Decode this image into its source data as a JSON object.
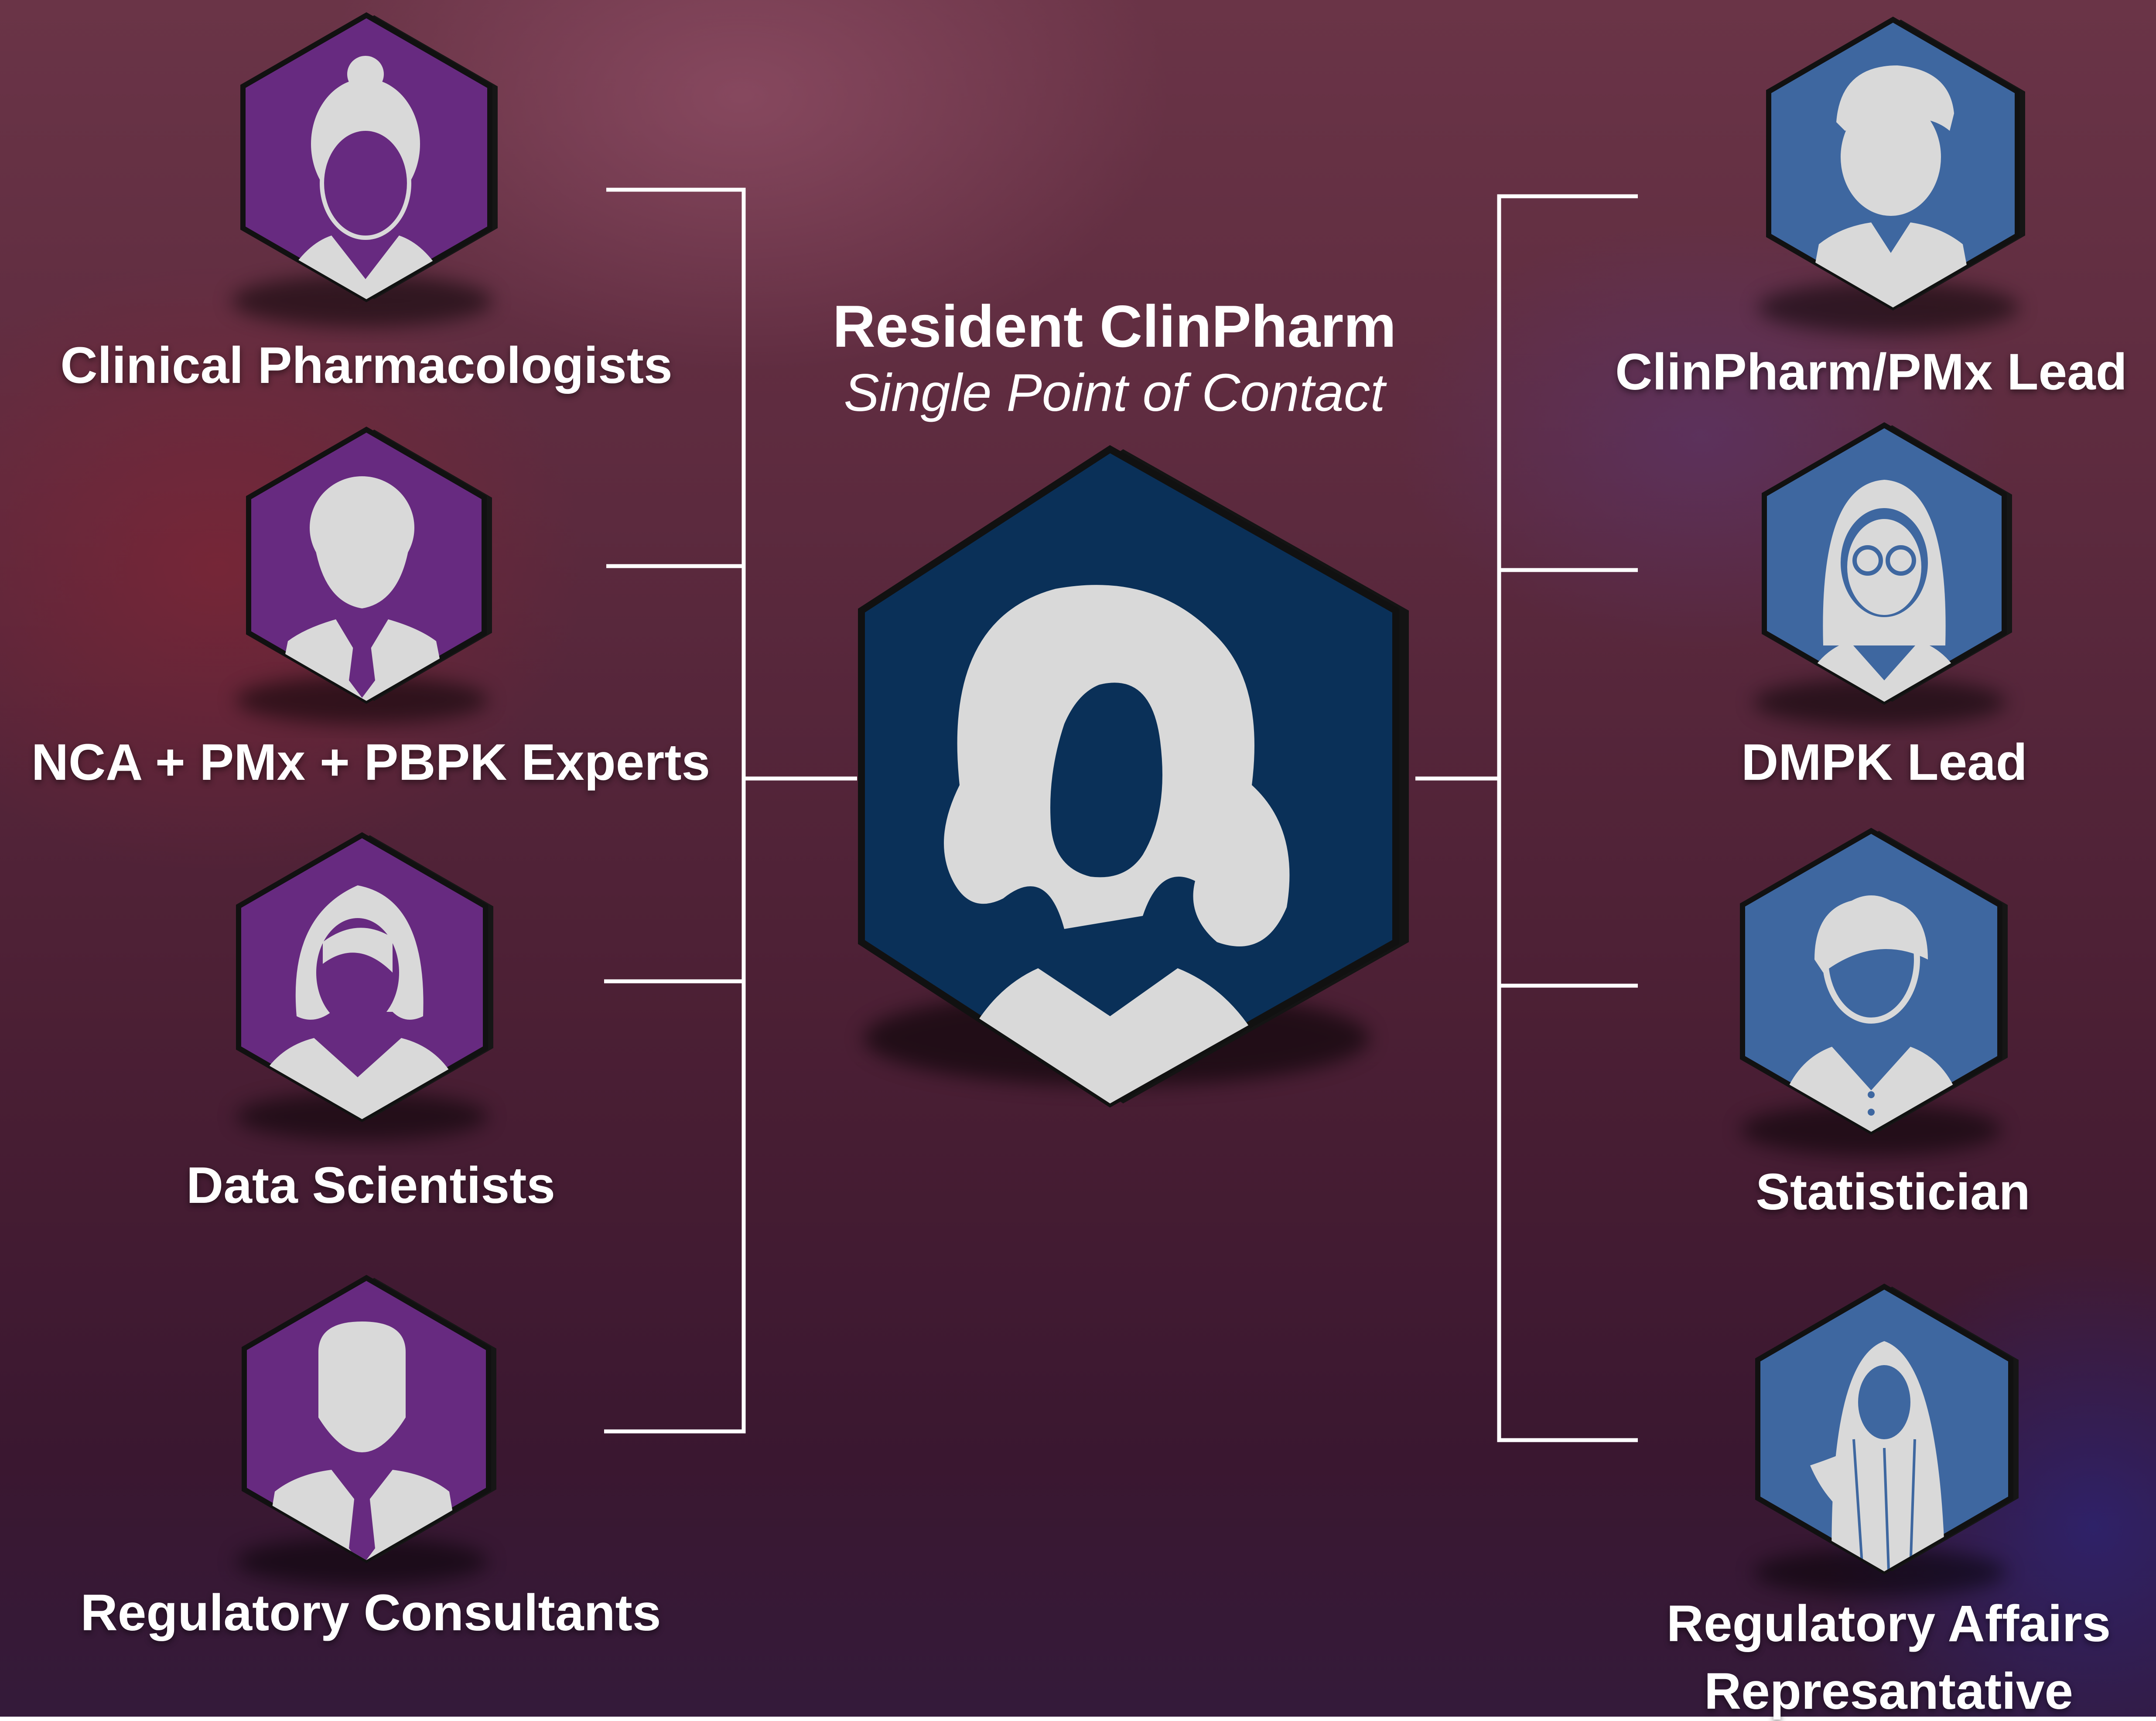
{
  "header": {
    "title": "Resident ClinPharm",
    "subtitle": "Single Point of Contact"
  },
  "left_roles": [
    {
      "label": "Clinical Pharmacologists",
      "icon": "woman-bun-icon"
    },
    {
      "label": "NCA + PMx + PBPK Experts",
      "icon": "man-suit-icon"
    },
    {
      "label": "Data Scientists",
      "icon": "woman-bob-icon"
    },
    {
      "label": "Regulatory Consultants",
      "icon": "man-tie-icon"
    }
  ],
  "right_roles": [
    {
      "label": "ClinPharm/PMx Lead",
      "icon": "man-quiff-icon"
    },
    {
      "label": "DMPK Lead",
      "icon": "woman-glasses-icon"
    },
    {
      "label": "Statistician",
      "icon": "woman-short-hair-icon"
    },
    {
      "label": "Regulatory Affairs",
      "label2": "Represantative",
      "icon": "woman-headscarf-icon"
    }
  ],
  "colors": {
    "left_hex": "#672a80",
    "right_hex": "#3e67a0",
    "center_hex": "#0a3058",
    "silhouette": "#d9d9d9",
    "connector": "#ffffff"
  },
  "center_icon": "woman-long-hair-icon"
}
